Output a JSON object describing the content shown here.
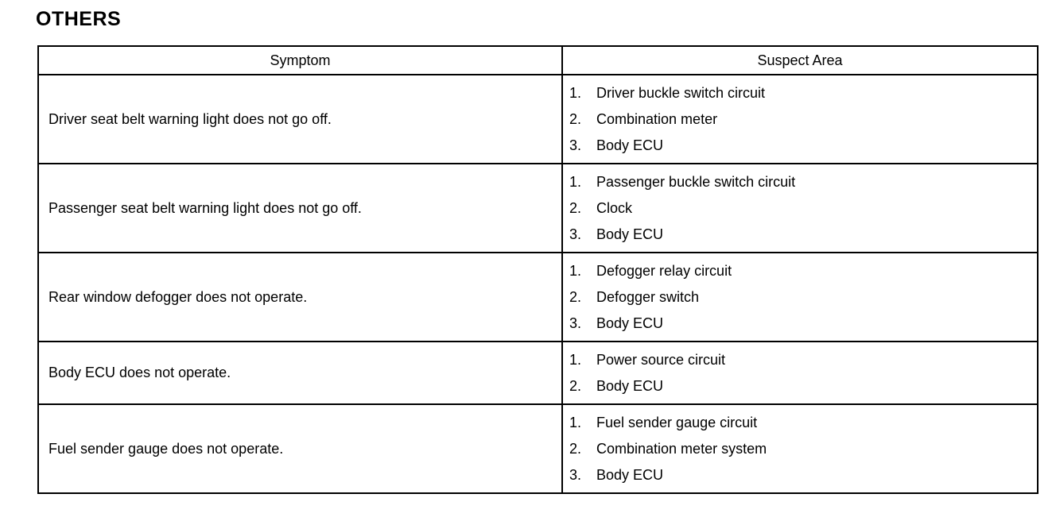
{
  "page": {
    "title": "OTHERS"
  },
  "table": {
    "headers": {
      "symptom": "Symptom",
      "suspect_area": "Suspect Area"
    },
    "rows": [
      {
        "symptom": "Driver seat belt warning light does not go off.",
        "suspects": [
          {
            "num": "1.",
            "label": "Driver buckle switch circuit"
          },
          {
            "num": "2.",
            "label": "Combination meter"
          },
          {
            "num": "3.",
            "label": "Body ECU"
          }
        ]
      },
      {
        "symptom": "Passenger seat belt warning light does not go off.",
        "suspects": [
          {
            "num": "1.",
            "label": "Passenger buckle switch circuit"
          },
          {
            "num": "2.",
            "label": "Clock"
          },
          {
            "num": "3.",
            "label": "Body ECU"
          }
        ]
      },
      {
        "symptom": "Rear window defogger does not operate.",
        "suspects": [
          {
            "num": "1.",
            "label": "Defogger relay circuit"
          },
          {
            "num": "2.",
            "label": "Defogger switch"
          },
          {
            "num": "3.",
            "label": "Body ECU"
          }
        ]
      },
      {
        "symptom": "Body ECU does not operate.",
        "suspects": [
          {
            "num": "1.",
            "label": "Power source circuit"
          },
          {
            "num": "2.",
            "label": "Body ECU"
          }
        ]
      },
      {
        "symptom": "Fuel sender gauge does not operate.",
        "suspects": [
          {
            "num": "1.",
            "label": "Fuel sender gauge circuit"
          },
          {
            "num": "2.",
            "label": "Combination meter system"
          },
          {
            "num": "3.",
            "label": "Body ECU"
          }
        ]
      }
    ]
  }
}
